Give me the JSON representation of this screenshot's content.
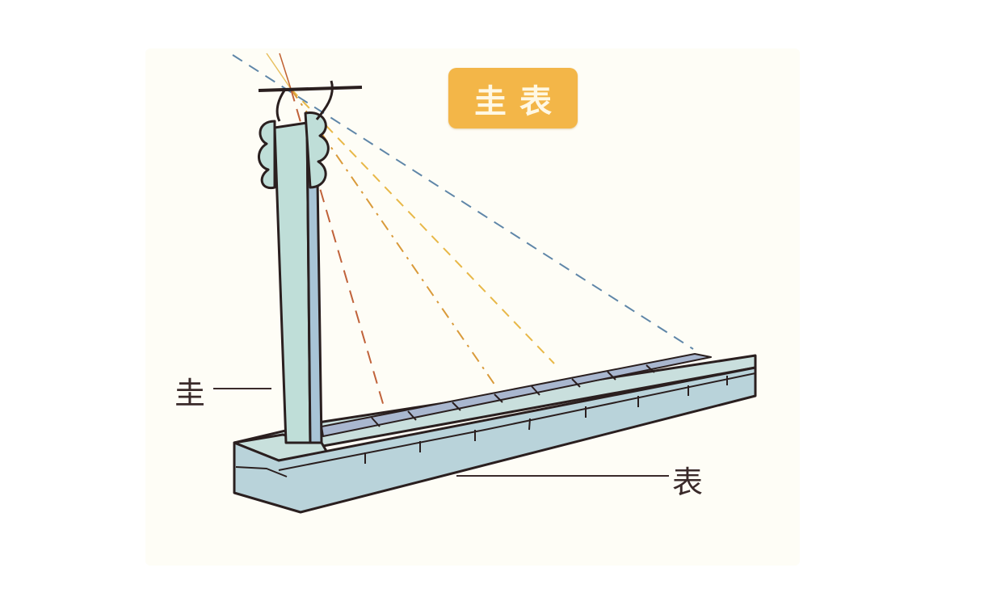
{
  "title": "圭表",
  "labels": {
    "gui": "圭",
    "biao": "表"
  },
  "colors": {
    "badge_bg": "#f3b648",
    "badge_text": "#fff8e4",
    "stone": "#bcd6d8",
    "stone_shade": "#a9c6d3",
    "outline": "#2a1f1f",
    "ray_blue": "#5f86a8",
    "ray_yellow": "#e8b848",
    "ray_orange": "#d99a3a",
    "ray_red": "#c0623a"
  }
}
